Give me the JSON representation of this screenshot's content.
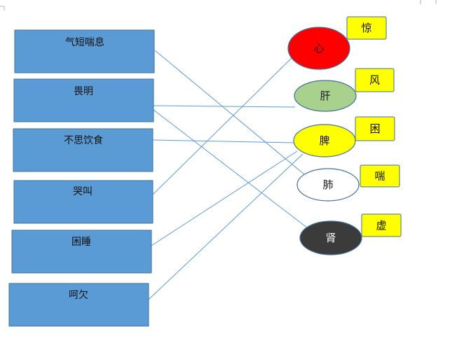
{
  "items": [
    {
      "label": "气短喘息"
    },
    {
      "label": "畏明"
    },
    {
      "label": "不思饮食"
    },
    {
      "label": "哭叫"
    },
    {
      "label": "困睡"
    },
    {
      "label": "呵欠"
    }
  ],
  "organs": [
    {
      "label": "心",
      "fill": "#ff0000",
      "text_color": "#1a1a1a",
      "tag": "惊"
    },
    {
      "label": "肝",
      "fill": "#a9d18e",
      "text_color": "#1a1a1a",
      "tag": "风"
    },
    {
      "label": "脾",
      "fill": "#ffff00",
      "text_color": "#1a1a1a",
      "tag": "困"
    },
    {
      "label": "肺",
      "fill": "#ffffff",
      "text_color": "#1a1a1a",
      "tag": "喘"
    },
    {
      "label": "肾",
      "fill": "#3b3b3b",
      "text_color": "#ffffff",
      "tag": "虚"
    }
  ],
  "connections": [
    {
      "from": 0,
      "to": 3
    },
    {
      "from": 1,
      "to": 1
    },
    {
      "from": 1,
      "to": 4
    },
    {
      "from": 2,
      "to": 2
    },
    {
      "from": 3,
      "to": 0
    },
    {
      "from": 4,
      "to": 2
    },
    {
      "from": 5,
      "to": 2
    }
  ],
  "colors": {
    "item_fill": "#5b9bd5",
    "item_stroke": "#41719c",
    "tag_fill": "#ffff00",
    "organ_stroke": "#41719c",
    "line": "#5b9bd5"
  }
}
